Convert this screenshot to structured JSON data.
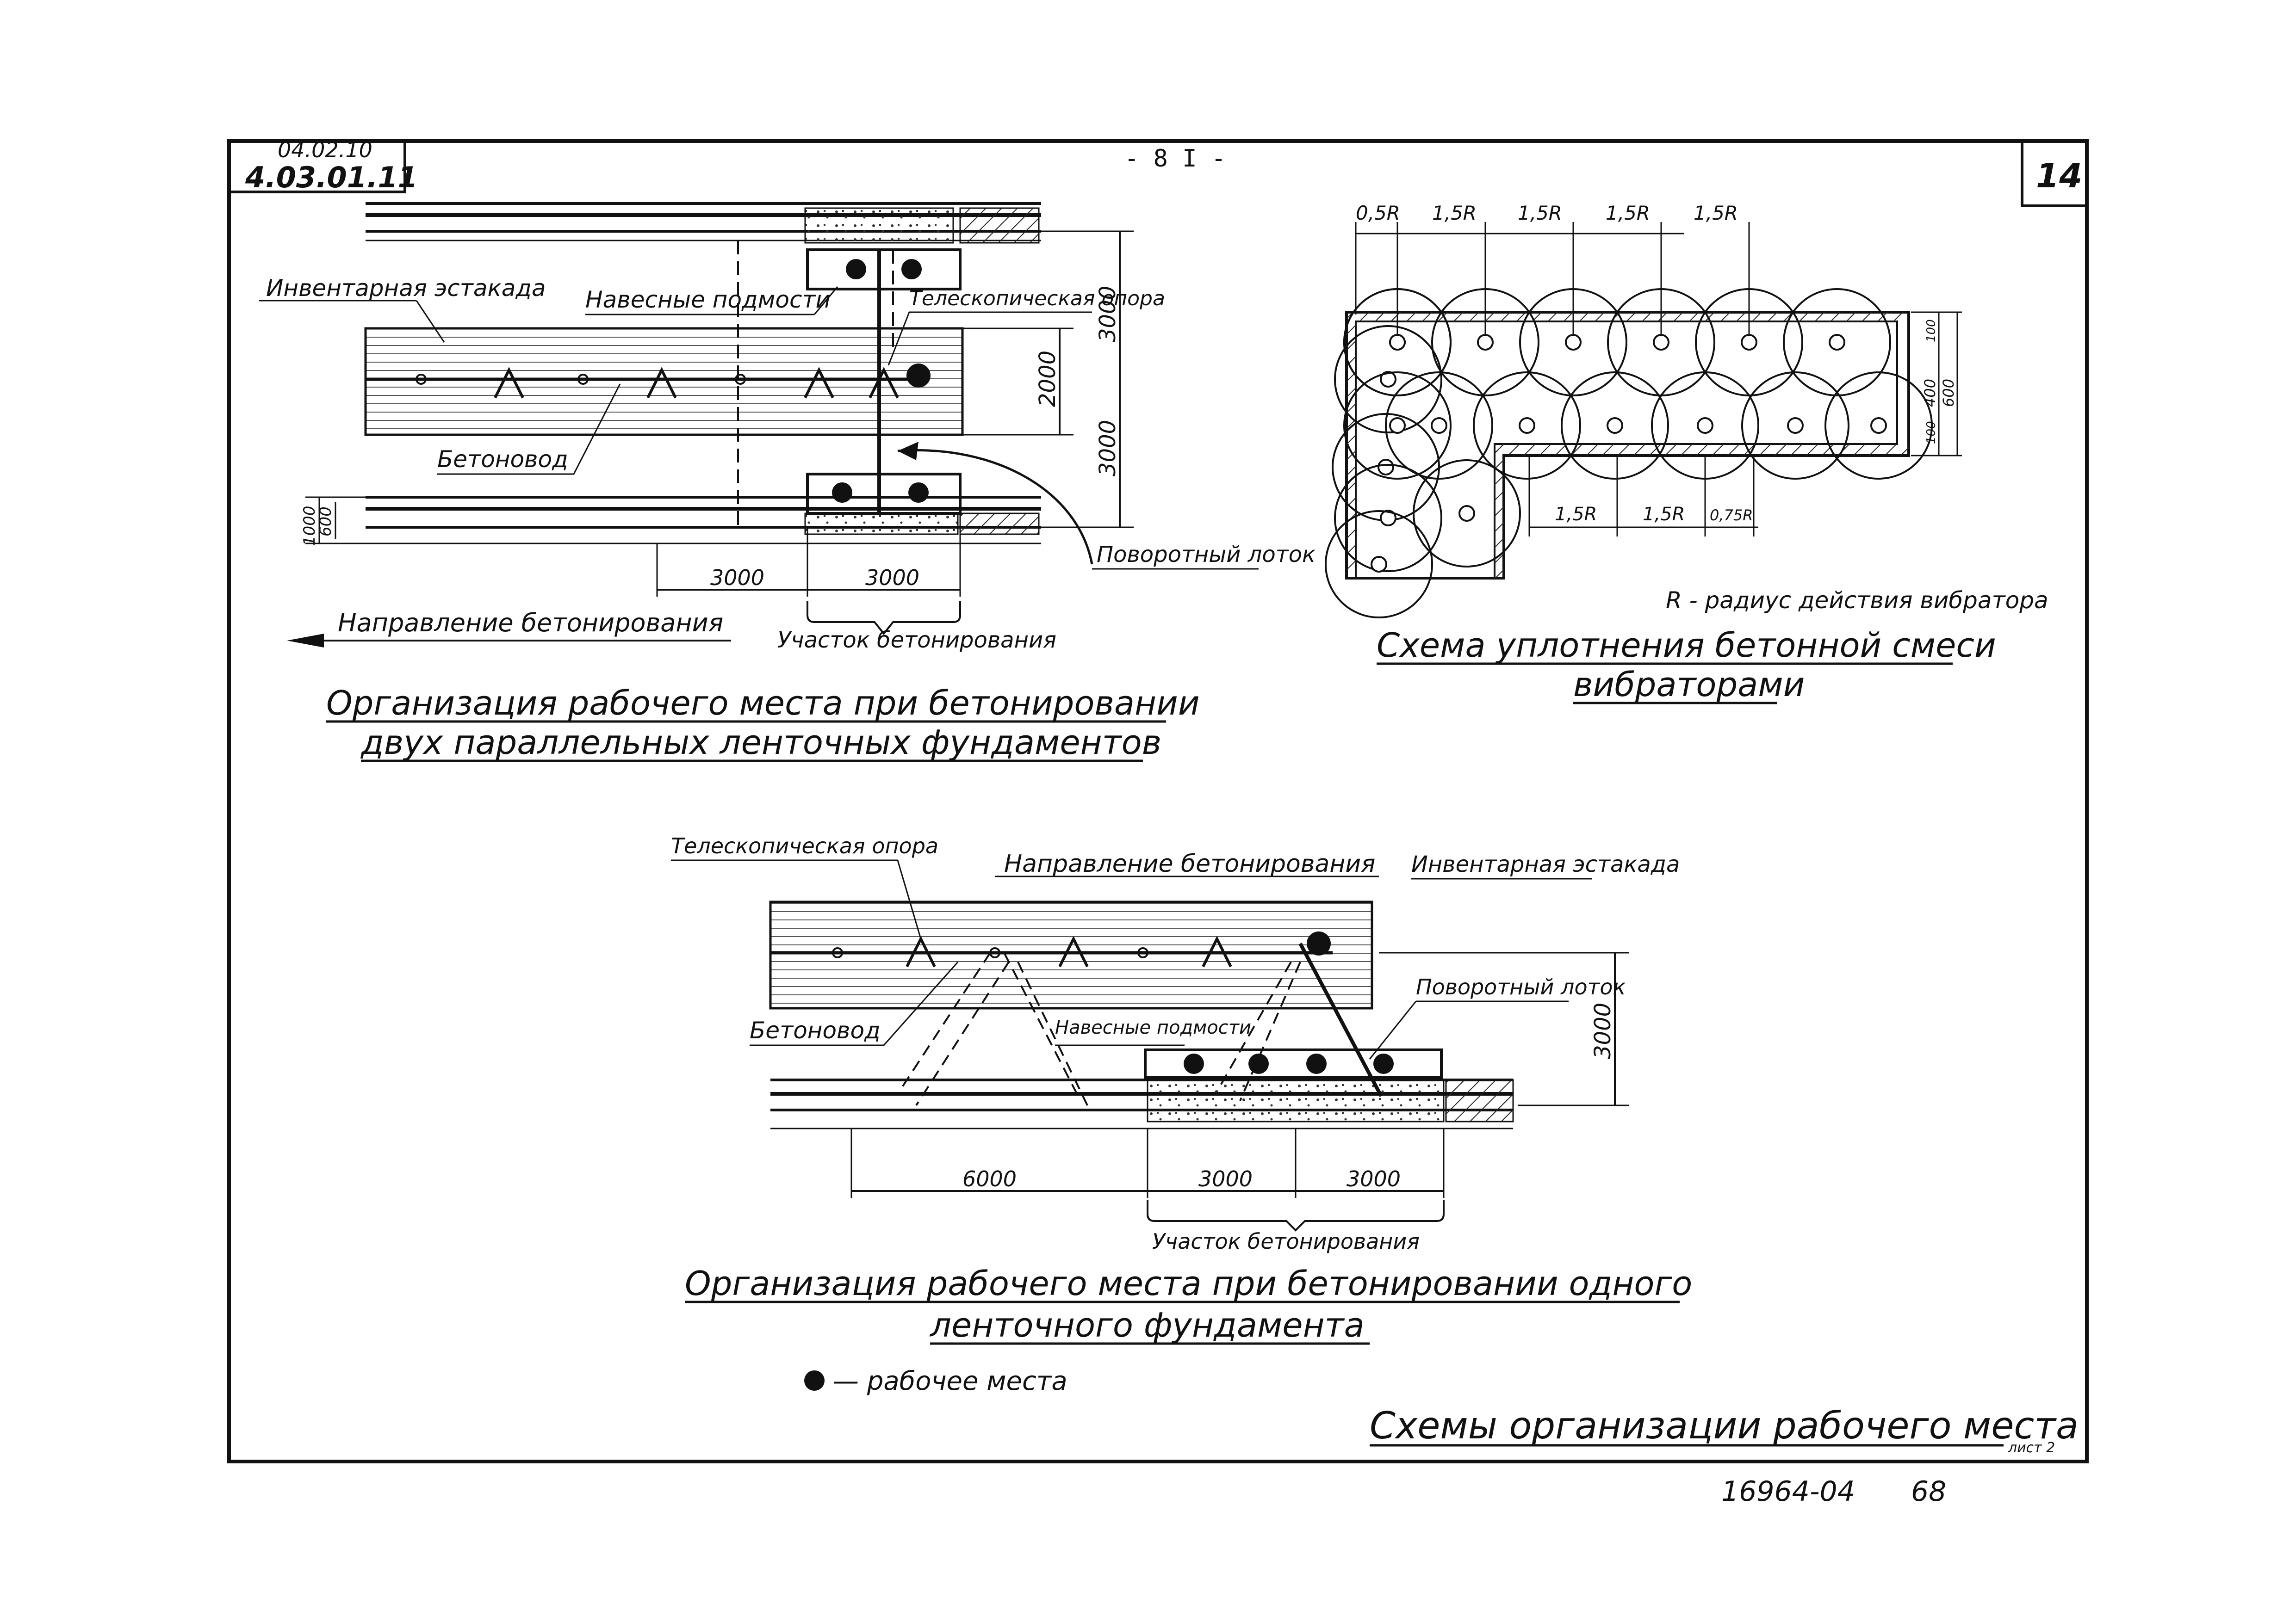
{
  "sheet": {
    "code_old": "04.02.10",
    "code": "4.03.01.11",
    "page_center": "- 8 I -",
    "sheet_number": "14",
    "main_title": "Схемы организации рабочего места",
    "list_label": "лист 2",
    "footer_code": "16964-04",
    "footer_page": "68"
  },
  "diagram_top_left": {
    "labels": {
      "inventory_trestle": "Инвентарная эстакада",
      "hanging_scaffold": "Навесные подмости",
      "telescopic_support": "Телескопическая опора",
      "concrete_pipe": "Бетоновод",
      "rotary_chute": "Поворотный лоток",
      "direction": "Направление бетонирования",
      "section": "Участок бетонирования"
    },
    "dimensions": {
      "d3000_top": "3000",
      "d2000": "2000",
      "d3000_bottom": "3000",
      "d1000": "1000",
      "d600": "600",
      "d3000_a": "3000",
      "d3000_b": "3000"
    },
    "caption_line1": "Организация рабочего места при бетонировании",
    "caption_line2": "двух параллельных ленточных фундаментов"
  },
  "diagram_top_right": {
    "spacing": [
      "0,5R",
      "1,5R",
      "1,5R",
      "1,5R",
      "1,5R"
    ],
    "spacing_bottom": [
      "1,5R",
      "1,5R",
      "0,75R"
    ],
    "dim_100": "100",
    "dim_400": "400",
    "dim_600": "600",
    "dim_100b": "100",
    "radius_note": "R - радиус действия вибратора",
    "caption_line1": "Схема уплотнения бетонной смеси",
    "caption_line2": "вибраторами"
  },
  "diagram_bottom": {
    "labels": {
      "telescopic_support": "Телескопическая опора",
      "direction": "Направление бетонирования",
      "inventory_trestle": "Инвентарная эстакада",
      "concrete_pipe": "Бетоновод",
      "hanging_scaffold": "Навесные подмости",
      "rotary_chute": "Поворотный лоток",
      "section": "Участок бетонирования"
    },
    "dimensions": {
      "d3000_v": "3000",
      "d6000": "6000",
      "d3000_a": "3000",
      "d3000_b": "3000"
    },
    "caption_line1": "Организация рабочего места при бетонировании одного",
    "caption_line2": "ленточного фундамента",
    "legend": "— рабочее места"
  }
}
